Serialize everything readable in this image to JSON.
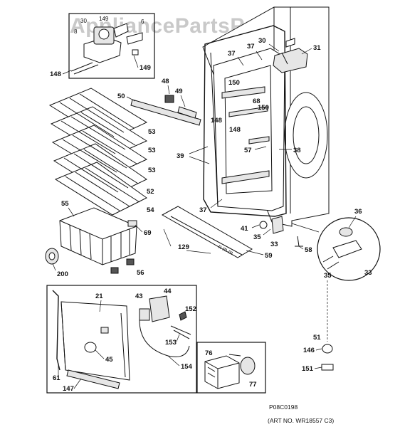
{
  "watermark": "AppliancePartsPros.com",
  "footer": {
    "figure_code": "P08C0198",
    "art_number": "(ART NO. WR18557 C3)"
  },
  "callouts": {
    "c1": "30",
    "c2": "149",
    "c3": "6",
    "c4": "8",
    "c5": "148",
    "c6": "149",
    "c7": "37",
    "c8": "30",
    "c9": "31",
    "c10": "37",
    "c11": "48",
    "c12": "50",
    "c13": "49",
    "c14": "150",
    "c15": "68",
    "c16": "150",
    "c17": "148",
    "c18": "148",
    "c19": "53",
    "c20": "53",
    "c21": "53",
    "c22": "39",
    "c23": "57",
    "c24": "38",
    "c25": "52",
    "c26": "54",
    "c27": "55",
    "c28": "37",
    "c29": "69",
    "c30": "36",
    "c31": "41",
    "c32": "35",
    "c33": "33",
    "c34": "129",
    "c35": "58",
    "c36": "59",
    "c37": "35",
    "c38": "33",
    "c39": "200",
    "c40": "56",
    "c41": "21",
    "c42": "43",
    "c43": "44",
    "c44": "152",
    "c45": "153",
    "c46": "45",
    "c47": "154",
    "c48": "61",
    "c49": "147",
    "c50": "76",
    "c51": "77",
    "c52": "51",
    "c53": "146",
    "c54": "151"
  }
}
